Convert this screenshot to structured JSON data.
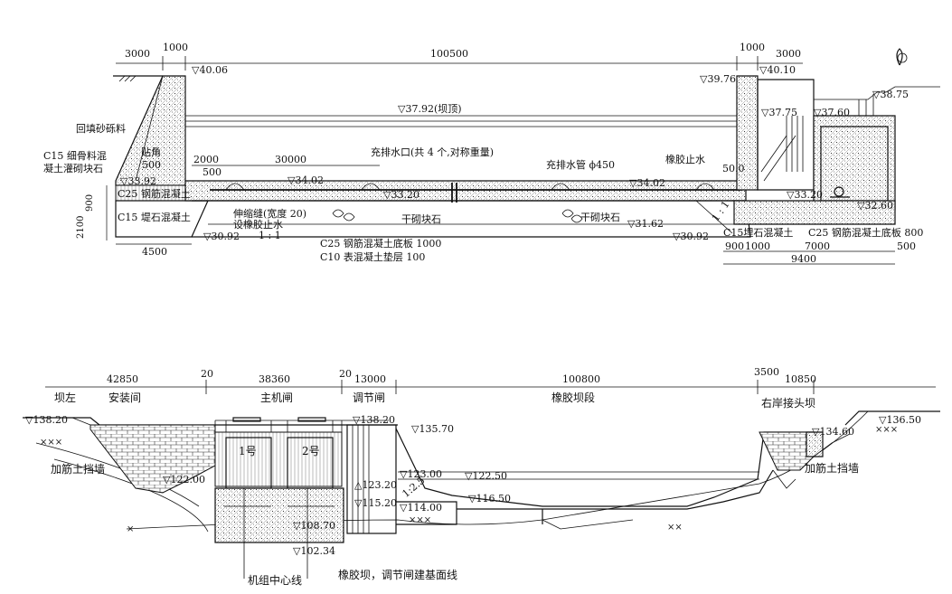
{
  "top_section": {
    "dimensions": {
      "d3000_left": "3000",
      "d1000_left": "1000",
      "d100500": "100500",
      "d1000_right": "1000",
      "d3000_right": "3000",
      "d2000": "2000",
      "d30000": "30000",
      "d500_left": "500",
      "d500_mid": "500",
      "d900": "900",
      "d2100": "2100",
      "d4500": "4500",
      "d900_b": "900",
      "d1000_b": "1000",
      "d7000": "7000",
      "d500_b": "500",
      "d9400": "9400",
      "d50": "50.0"
    },
    "elevations": {
      "e40_06": "▽40.06",
      "e37_92": "▽37.92(坝顶)",
      "e39_76": "▽39.76",
      "e40_10": "▽40.10",
      "e38_75": "▽38.75",
      "e37_75": "▽37.75",
      "e37_60": "▽37.60",
      "e33_92": "▽33.92",
      "e34_02_a": "▽34.02",
      "e34_02_b": "▽34.02",
      "e33_20_a": "▽33.20",
      "e33_20_b": "▽33.20",
      "e32_60": "▽32.60",
      "e31_62": "▽31.62",
      "e30_92_a": "▽30.92",
      "e30_92_b": "▽30.92"
    },
    "labels": {
      "backfill": "回填砂砾料",
      "c15_fine": "C15 细骨料混",
      "c15_fine2": "凝土灌砌块石",
      "fillet": "贴角",
      "c25": "C25 钢筋混凝土",
      "c15_rock": "C15 堤石混凝土",
      "outlet": "充排水口(共 4 个,对称重量)",
      "pipe": "充排水管 ϕ450",
      "rubber_stop": "橡胶止水",
      "joint1": "伸缩缝(宽度 20)",
      "joint2": "设橡胶止水",
      "ratio_left": "1 : 1",
      "ratio_right": "1 : 1",
      "dry_stone_a": "干砌块石",
      "dry_stone_b": "干砌块石",
      "base_slab": "C25 钢筋混凝土底板 1000",
      "cushion": "C10 表混凝土垫层 100",
      "c15_buried": "C15埋石混凝土",
      "c25_slab800": "C25 钢筋混凝土底板 800"
    }
  },
  "bottom_section": {
    "dimensions": {
      "d42850": "42850",
      "d20_a": "20",
      "d38360": "38360",
      "d20_b": "20",
      "d13000": "13000",
      "d100800": "100800",
      "d3500": "3500",
      "d10850": "10850"
    },
    "zones": {
      "left_abut": "坝左",
      "install": "安装间",
      "main_gate": "主机闸",
      "reg_gate": "调节闸",
      "rubber_dam": "橡胶坝段",
      "right_abut": "右岸接头坝"
    },
    "elevations": {
      "e138_20_a": "▽138.20",
      "e138_20_b": "▽138.20",
      "e135_70": "▽135.70",
      "e136_50": "▽136.50",
      "e134_60": "▽134.60",
      "e122_00": "▽122.00",
      "e123_00": "▽123.00",
      "e122_50": "▽122.50",
      "e123_20": "△123.20",
      "e115_20": "▽115.20",
      "e114_00": "▽114.00",
      "e116_50": "▽116.50",
      "e108_70": "▽108.70",
      "e102_34": "▽102.34"
    },
    "labels": {
      "unit1": "1号",
      "unit2": "2号",
      "slope": "1:2.5",
      "wall_left": "加筋土挡墙",
      "wall_right": "加筋土挡墙",
      "unit_center": "机组中心线",
      "foundation": "橡胶坝，调节闸建基面线"
    }
  }
}
